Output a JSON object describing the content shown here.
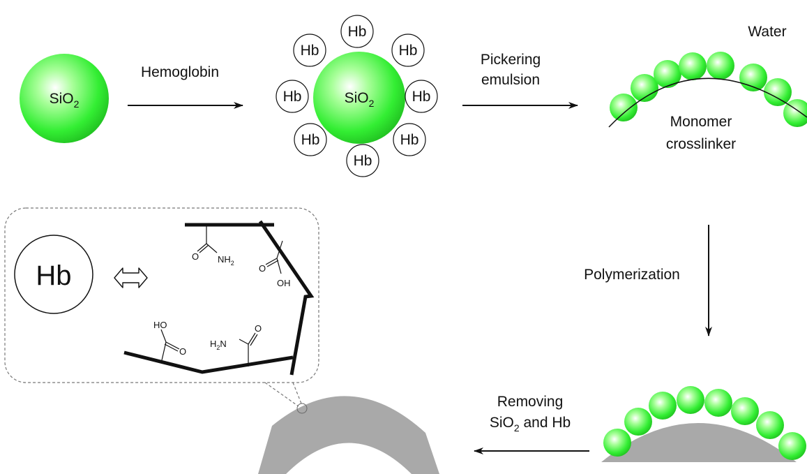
{
  "labels": {
    "sio2_base": "SiO",
    "sio2_sub": "2",
    "hemoglobin": "Hemoglobin",
    "hb": "Hb",
    "pickering_line1": "Pickering",
    "pickering_line2": "emulsion",
    "water": "Water",
    "monomer_line1": "Monomer",
    "monomer_line2": "crosslinker",
    "polymerization": "Polymerization",
    "removing_line1": "Removing",
    "removing_line2_base": "SiO",
    "removing_line2_sub": "2",
    "removing_line2_rest": " and Hb",
    "chem_o": "O",
    "chem_nh2_base": "NH",
    "chem_nh2_sub": "2",
    "chem_oh": "OH",
    "chem_ho": "HO",
    "chem_h2n_base": "H",
    "chem_h2n_sub": "2",
    "chem_h2n_rest": "N"
  },
  "colors": {
    "particle_green": "#33ee33",
    "polymer_gray": "#a9a9a9",
    "outline": "#111111"
  }
}
